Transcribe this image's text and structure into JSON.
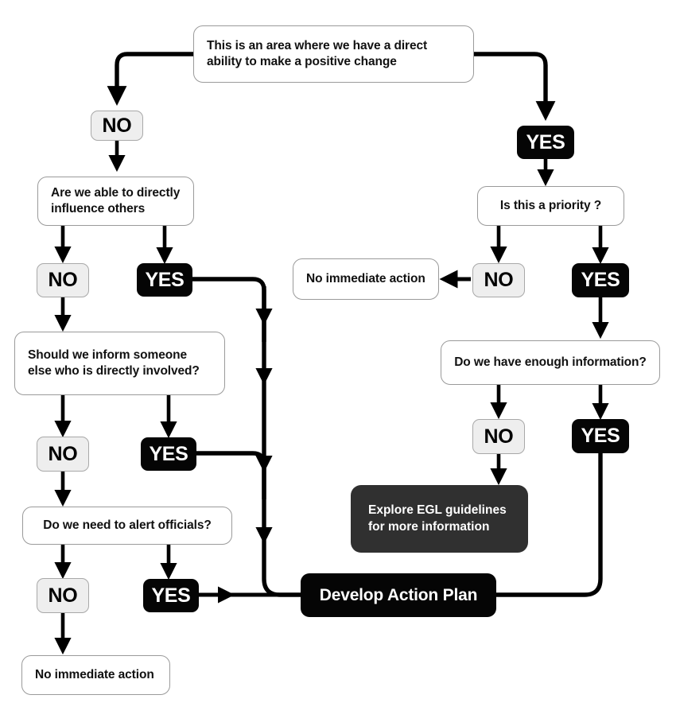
{
  "diagram": {
    "title": "Decision flowchart for taking action",
    "background_color": "#ffffff",
    "colors": {
      "line": "#000000",
      "yes_chip_bg": "#050505",
      "yes_chip_text": "#ffffff",
      "no_chip_bg": "#eeeeee",
      "no_chip_text": "#000000",
      "question_bg": "#ffffff",
      "question_border": "#9a9a9a",
      "info_box_bg": "#303030",
      "action_box_bg": "#050505"
    }
  },
  "nodes": {
    "start_question": {
      "label": "This is an area where we have a direct ability to make a positive change",
      "type": "question"
    },
    "no_1": {
      "label": "NO",
      "type": "chip-no"
    },
    "yes_1": {
      "label": "YES",
      "type": "chip-yes"
    },
    "influence_question": {
      "label": "Are we able to directly influence others",
      "type": "question"
    },
    "no_2": {
      "label": "NO",
      "type": "chip-no"
    },
    "yes_2": {
      "label": "YES",
      "type": "chip-yes"
    },
    "priority_question": {
      "label": "Is this a priority ?",
      "type": "question"
    },
    "no_3": {
      "label": "NO",
      "type": "chip-no"
    },
    "yes_3": {
      "label": "YES",
      "type": "chip-yes"
    },
    "no_action_right": {
      "label": "No immediate action",
      "type": "question"
    },
    "inform_question": {
      "label": "Should we inform someone else who is directly involved?",
      "type": "question"
    },
    "no_4": {
      "label": "NO",
      "type": "chip-no"
    },
    "yes_4": {
      "label": "YES",
      "type": "chip-yes"
    },
    "information_question": {
      "label": "Do we have enough information?",
      "type": "question"
    },
    "no_5": {
      "label": "NO",
      "type": "chip-no"
    },
    "yes_5": {
      "label": "YES",
      "type": "chip-yes"
    },
    "officials_question": {
      "label": "Do we need to alert officials?",
      "type": "question"
    },
    "no_6": {
      "label": "NO",
      "type": "chip-no"
    },
    "yes_6": {
      "label": "YES",
      "type": "chip-yes"
    },
    "egl_guidelines": {
      "label": "Explore EGL guidelines for more information",
      "type": "dark-box"
    },
    "develop_action_plan": {
      "label": "Develop Action Plan",
      "type": "action-box"
    },
    "no_action_left": {
      "label": "No immediate action",
      "type": "question"
    }
  },
  "edges": [
    {
      "from": "start_question",
      "to": "no_1",
      "branch": ""
    },
    {
      "from": "start_question",
      "to": "yes_1",
      "branch": ""
    },
    {
      "from": "no_1",
      "to": "influence_question",
      "branch": "NO"
    },
    {
      "from": "yes_1",
      "to": "priority_question",
      "branch": "YES"
    },
    {
      "from": "influence_question",
      "to": "no_2",
      "branch": ""
    },
    {
      "from": "influence_question",
      "to": "yes_2",
      "branch": ""
    },
    {
      "from": "no_2",
      "to": "inform_question",
      "branch": "NO"
    },
    {
      "from": "yes_2",
      "to": "develop_action_plan",
      "branch": "YES"
    },
    {
      "from": "priority_question",
      "to": "no_3",
      "branch": ""
    },
    {
      "from": "priority_question",
      "to": "yes_3",
      "branch": ""
    },
    {
      "from": "no_3",
      "to": "no_action_right",
      "branch": "NO"
    },
    {
      "from": "yes_3",
      "to": "information_question",
      "branch": "YES"
    },
    {
      "from": "inform_question",
      "to": "no_4",
      "branch": ""
    },
    {
      "from": "inform_question",
      "to": "yes_4",
      "branch": ""
    },
    {
      "from": "no_4",
      "to": "officials_question",
      "branch": "NO"
    },
    {
      "from": "yes_4",
      "to": "develop_action_plan",
      "branch": "YES"
    },
    {
      "from": "information_question",
      "to": "no_5",
      "branch": ""
    },
    {
      "from": "information_question",
      "to": "yes_5",
      "branch": ""
    },
    {
      "from": "no_5",
      "to": "egl_guidelines",
      "branch": "NO"
    },
    {
      "from": "yes_5",
      "to": "develop_action_plan",
      "branch": "YES"
    },
    {
      "from": "officials_question",
      "to": "no_6",
      "branch": ""
    },
    {
      "from": "officials_question",
      "to": "yes_6",
      "branch": ""
    },
    {
      "from": "no_6",
      "to": "no_action_left",
      "branch": "NO"
    },
    {
      "from": "yes_6",
      "to": "develop_action_plan",
      "branch": "YES"
    }
  ]
}
